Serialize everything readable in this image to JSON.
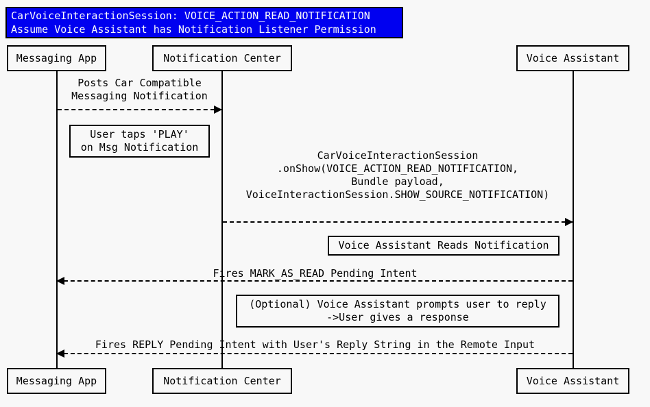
{
  "title": {
    "line1": "CarVoiceInteractionSession: VOICE_ACTION_READ_NOTIFICATION",
    "line2": "Assume Voice Assistant has Notification Listener Permission"
  },
  "actors": [
    {
      "id": "messaging-app",
      "label": "Messaging App"
    },
    {
      "id": "notification-center",
      "label": "Notification Center"
    },
    {
      "id": "voice-assistant",
      "label": "Voice Assistant"
    }
  ],
  "messages": [
    {
      "from": "Messaging App",
      "to": "Notification Center",
      "direction": "right",
      "label": "Posts Car Compatible\nMessaging Notification"
    },
    {
      "from": "Notification Center",
      "to": "Voice Assistant",
      "direction": "right",
      "label": "CarVoiceInteractionSession\n.onShow(VOICE_ACTION_READ_NOTIFICATION,\nBundle payload,\nVoiceInteractionSession.SHOW_SOURCE_NOTIFICATION)"
    },
    {
      "from": "Voice Assistant",
      "to": "Messaging App",
      "direction": "left",
      "label": "Fires MARK_AS_READ Pending Intent"
    },
    {
      "from": "Voice Assistant",
      "to": "Messaging App",
      "direction": "left",
      "label": "Fires REPLY Pending Intent with User's Reply String in the Remote Input"
    }
  ],
  "notes": [
    {
      "label": "User taps 'PLAY'\non Msg Notification"
    },
    {
      "label": "Voice Assistant Reads Notification"
    },
    {
      "label": "(Optional) Voice Assistant prompts user to reply\n->User gives a response"
    }
  ],
  "colors": {
    "background": "#f8f8f8",
    "title_background": "#0000f0",
    "title_text": "#fafafa",
    "line": "#000000"
  }
}
